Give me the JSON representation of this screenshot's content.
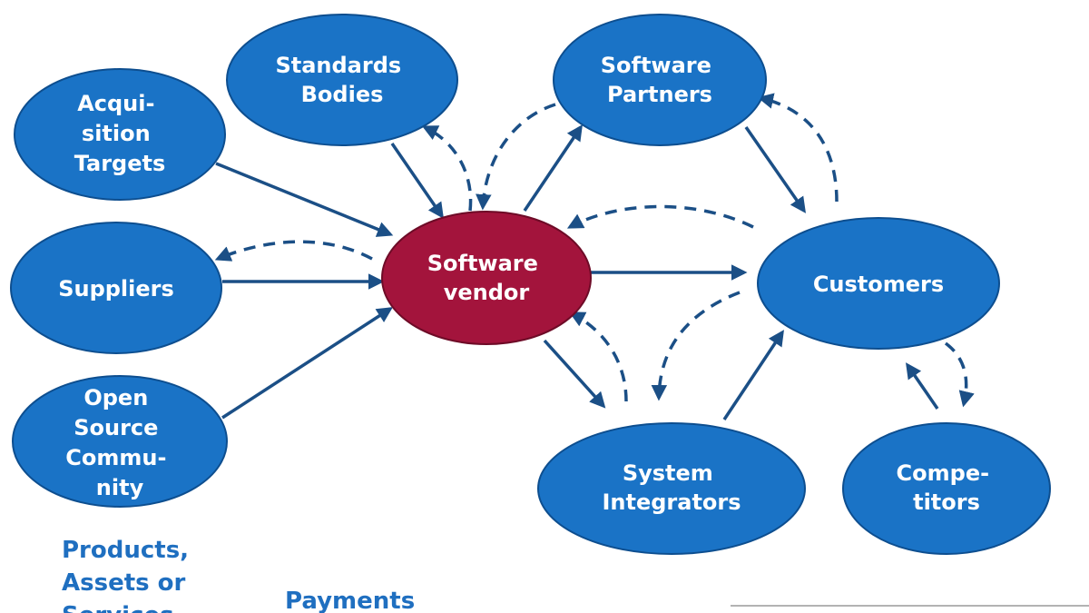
{
  "colors": {
    "node_fill": "#1a73c6",
    "node_stroke": "#0d4e8f",
    "center_fill": "#a3143c",
    "center_stroke": "#6e0b27",
    "arrow": "#1b4f86",
    "legend_text": "#1f6fc0",
    "divider": "#9a9a9a"
  },
  "nodes": {
    "acquisition": [
      "Acqui-",
      "sition",
      "Targets"
    ],
    "standards": [
      "Standards",
      "Bodies"
    ],
    "partners": [
      "Software",
      "Partners"
    ],
    "suppliers": [
      "Suppliers"
    ],
    "vendor": [
      "Software",
      "vendor"
    ],
    "customers": [
      "Customers"
    ],
    "opensource": [
      "Open",
      "Source",
      "Commu-",
      "nity"
    ],
    "integrators": [
      "System",
      "Integrators"
    ],
    "competitors": [
      "Compe-",
      "titors"
    ]
  },
  "legend": {
    "products": [
      "Products,",
      "Assets or",
      "Services"
    ],
    "payments": [
      "Payments"
    ]
  }
}
